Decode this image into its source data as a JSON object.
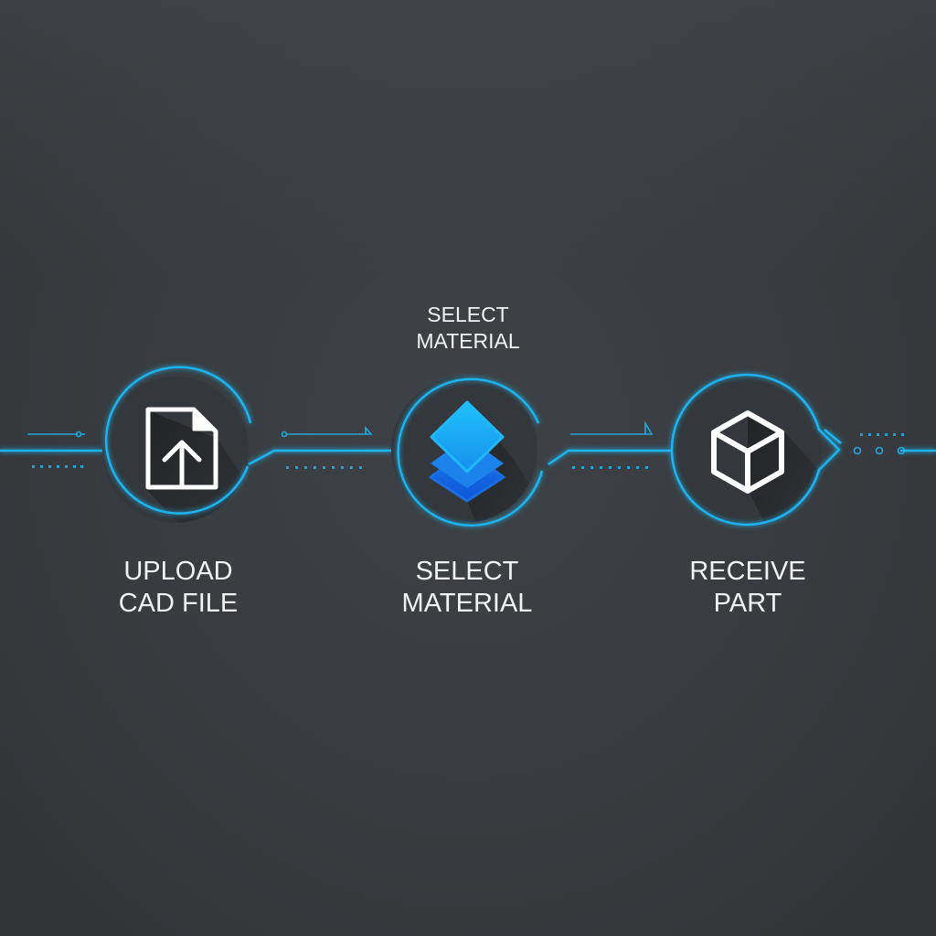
{
  "diagram": {
    "accent_color": "#1fb4f0",
    "background_color": "#3a3d41",
    "top_label": {
      "line1": "SELECT",
      "line2": "MATERIAL"
    },
    "steps": [
      {
        "id": "upload",
        "icon": "file-upload-icon",
        "line1": "UPLOAD",
        "line2": "CAD FILE"
      },
      {
        "id": "material",
        "icon": "layers-icon",
        "line1": "SELECT",
        "line2": "MATERIAL"
      },
      {
        "id": "receive",
        "icon": "cube-icon",
        "line1": "RECEIVE",
        "line2": "PART"
      }
    ]
  }
}
